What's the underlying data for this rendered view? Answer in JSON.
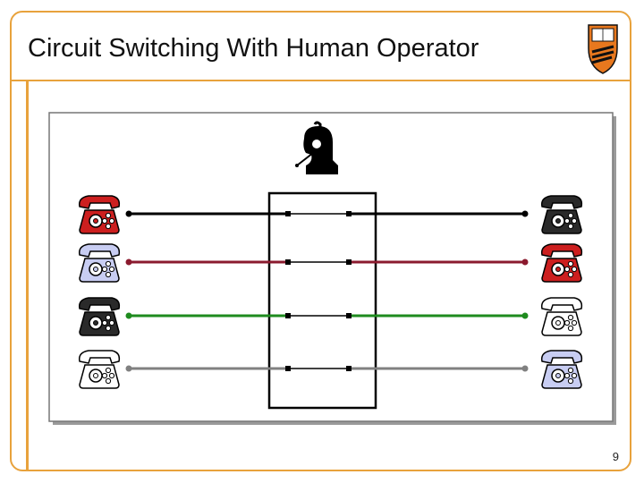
{
  "slide": {
    "title": "Circuit Switching With Human Operator",
    "page_number": "9"
  },
  "logo": {
    "name": "university-shield-logo"
  },
  "icons": {
    "operator": "operator-headset-icon",
    "telephone": "telephone-icon"
  },
  "colors": {
    "accent": "#e8a23c",
    "lines": [
      "#000000",
      "#8b1a2e",
      "#1e8b1e",
      "#808080"
    ],
    "phones_left": [
      "#cc1f1f",
      "#c8cdf2",
      "#2a2a2a",
      "#ffffff"
    ],
    "phones_right": [
      "#2a2a2a",
      "#cc1f1f",
      "#ffffff",
      "#c8cdf2"
    ]
  }
}
